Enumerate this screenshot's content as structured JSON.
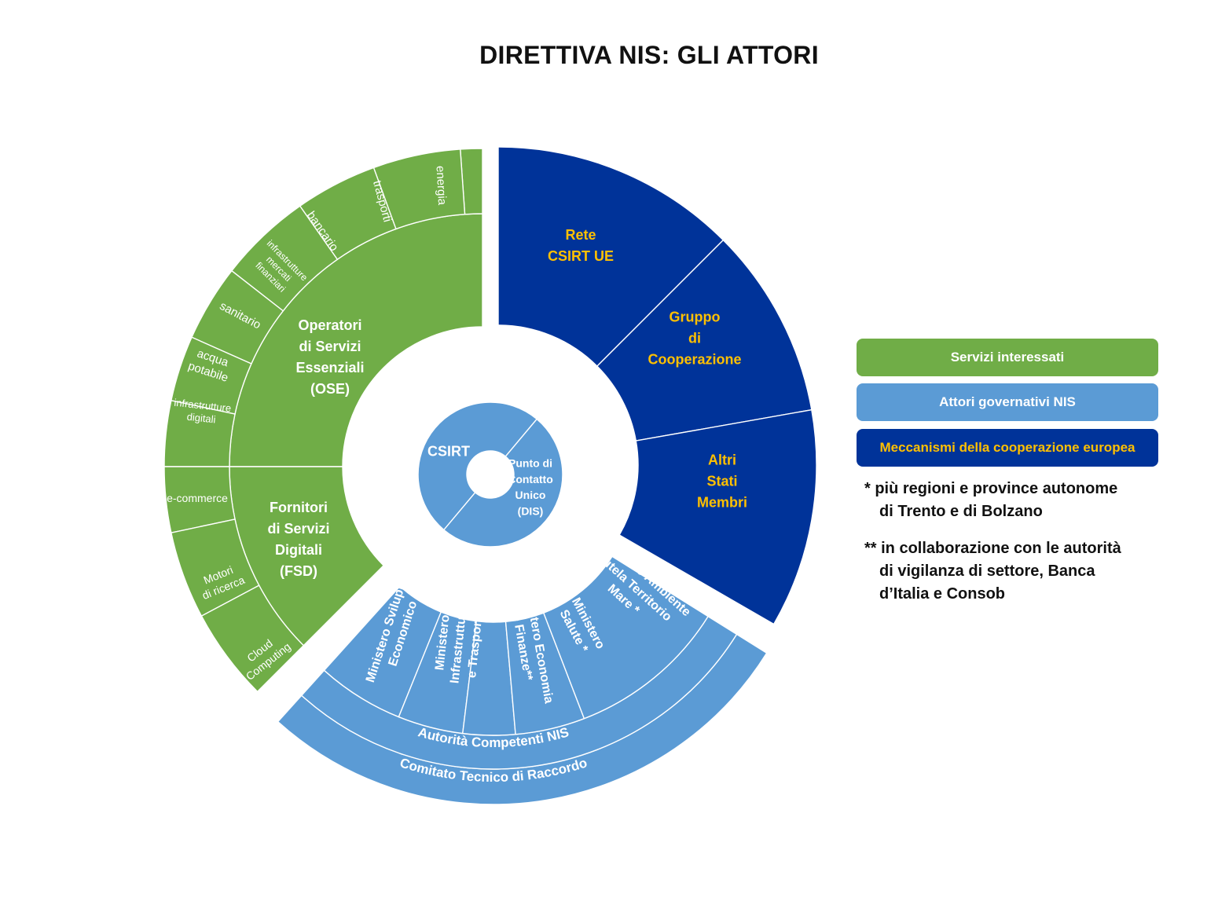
{
  "title": "DIRETTIVA NIS: GLI ATTORI",
  "colors": {
    "green": "#70ad47",
    "light_blue": "#5b9bd5",
    "dark_blue": "#003399",
    "gold": "#ffc000",
    "white": "#ffffff"
  },
  "diagram": {
    "center": {
      "csirt": "CSIRT",
      "spoc": [
        "Punto di",
        "Contatto",
        "Unico",
        "(DIS)"
      ]
    },
    "ose": {
      "label": [
        "Operatori",
        "di Servizi",
        "Essenziali",
        "(OSE)"
      ],
      "sectors": [
        {
          "label": [
            "energia"
          ]
        },
        {
          "label": [
            "trasporti"
          ]
        },
        {
          "label": [
            "bancario"
          ]
        },
        {
          "label": [
            "infrastrutture",
            "mercati",
            "finanziari"
          ]
        },
        {
          "label": [
            "sanitario"
          ]
        },
        {
          "label": [
            "acqua",
            "potabile"
          ]
        },
        {
          "label": [
            "infrastrutture",
            "digitali"
          ]
        }
      ]
    },
    "fsd": {
      "label": [
        "Fornitori",
        "di Servizi",
        "Digitali",
        "(FSD)"
      ],
      "sectors": [
        {
          "label": [
            "e-commerce"
          ]
        },
        {
          "label": [
            "Motori",
            "di ricerca"
          ]
        },
        {
          "label": [
            "Cloud",
            "Computing"
          ]
        }
      ]
    },
    "eu": [
      {
        "label": [
          "Rete",
          "CSIRT UE"
        ]
      },
      {
        "label": [
          "Gruppo",
          "di",
          "Cooperazione"
        ]
      },
      {
        "label": [
          "Altri",
          "Stati",
          "Membri"
        ]
      }
    ],
    "ministries": [
      {
        "label": [
          "Ministero Sviluppo",
          "Economico"
        ]
      },
      {
        "label": [
          "Ministero",
          "Infrastrutture",
          "e Trasporti"
        ]
      },
      {
        "label": [
          "Ministero Economia",
          "e Finanze**"
        ]
      },
      {
        "label": [
          "Ministero",
          "Salute *"
        ]
      },
      {
        "label": [
          "Ministero Ambiente",
          "Tutela Territorio",
          "Mare *"
        ]
      }
    ],
    "autorita": "Autorità Competenti NIS",
    "comitato": "Comitato Tecnico di Raccordo"
  },
  "legend": [
    {
      "label": "Servizi interessati",
      "color": "#70ad47",
      "text_color": "#ffffff"
    },
    {
      "label": "Attori governativi NIS",
      "color": "#5b9bd5",
      "text_color": "#ffffff"
    },
    {
      "label": "Meccanismi della cooperazione europea",
      "color": "#003399",
      "text_color": "#ffc000"
    }
  ],
  "notes": [
    {
      "first": "* più regioni e province autonome",
      "second": "di Trento e di Bolzano"
    },
    {
      "first": "** in collaborazione con le autorità",
      "second": "di vigilanza di settore, Banca",
      "third": "d’Italia e Consob"
    }
  ]
}
